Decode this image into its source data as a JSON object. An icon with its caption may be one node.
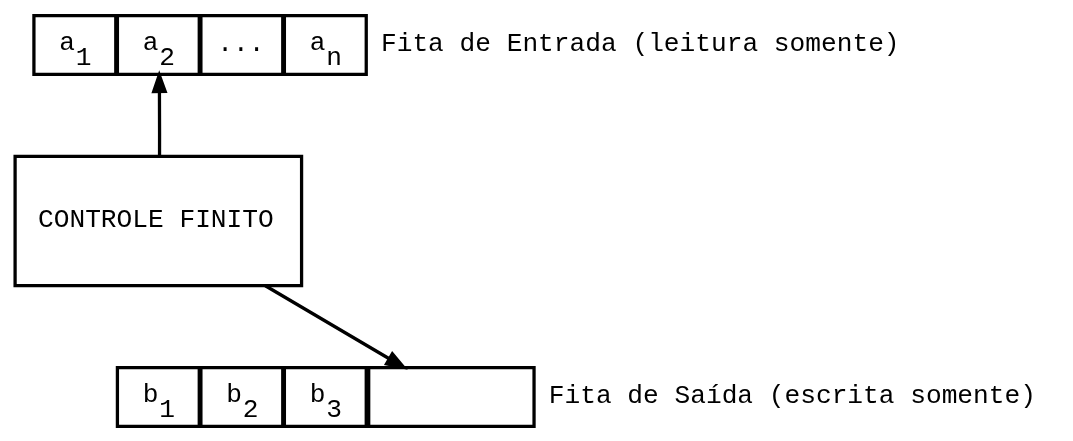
{
  "diagram": {
    "nodes": [
      {
        "text": [
          "a$_{1}$"
        ]
      },
      {
        "text": [
          "a$_{2}$"
        ]
      },
      {
        "text": [
          "..."
        ]
      },
      {
        "text": [
          "a$_{n}$"
        ]
      },
      {
        "text": [
          "CONTROLE FINITO"
        ]
      },
      {
        "text": [
          "b$_{1}$"
        ]
      },
      {
        "text": [
          "b$_{2}$"
        ]
      },
      {
        "text": [
          "b$_{3}$"
        ]
      },
      {
        "text": [],
        "shape": "box"
      }
    ],
    "edges": [
      {
        "from": 4,
        "to": 1,
        "arrow": "to"
      },
      {
        "from": 4,
        "to": 8,
        "arrow": "to"
      }
    ],
    "labels": [
      "Fita de Entrada (leitura somente)",
      "Fita de Saída (escrita somente)"
    ]
  }
}
